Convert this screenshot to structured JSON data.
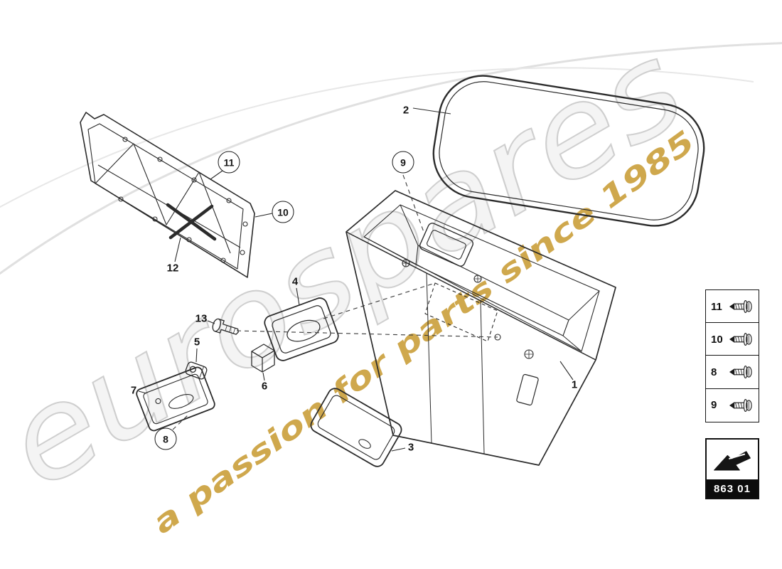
{
  "colors": {
    "line": "#2b2b2b",
    "watermark_gray": "#cfcfcf",
    "watermark_gold": "#c7992e",
    "code_bar_bg": "#0c0c0c"
  },
  "watermark": {
    "brand": "eurospares",
    "tagline": "a passion for parts since 1985"
  },
  "diagram": {
    "callouts_circled": [
      {
        "label": "11"
      },
      {
        "label": "10"
      },
      {
        "label": "9"
      },
      {
        "label": "8"
      }
    ],
    "callouts_plain": [
      {
        "label": "2"
      },
      {
        "label": "12"
      },
      {
        "label": "4"
      },
      {
        "label": "13"
      },
      {
        "label": "5"
      },
      {
        "label": "6"
      },
      {
        "label": "7"
      },
      {
        "label": "3"
      },
      {
        "label": "1"
      }
    ]
  },
  "parts_table": {
    "rows": [
      {
        "label": "11",
        "icon": "screw-icon"
      },
      {
        "label": "10",
        "icon": "screw-icon"
      },
      {
        "label": "8",
        "icon": "screw-icon"
      },
      {
        "label": "9",
        "icon": "screw-icon"
      }
    ]
  },
  "part_group": {
    "code": "863 01",
    "icon": "category-arrow-icon"
  }
}
